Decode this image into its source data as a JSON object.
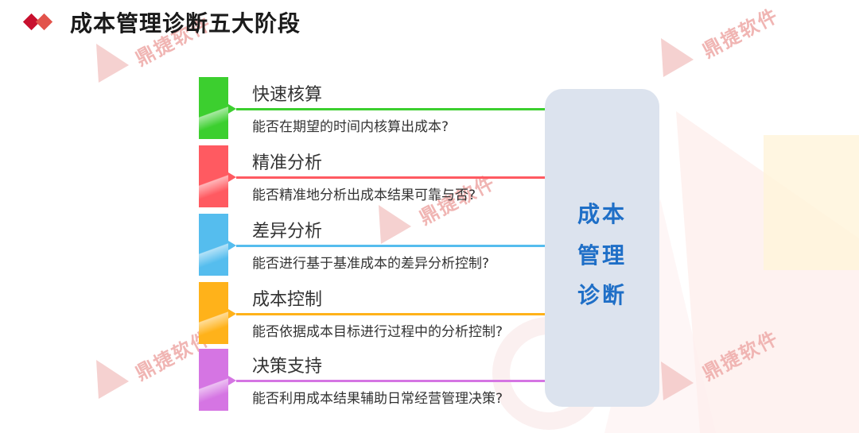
{
  "title": "成本管理诊断五大阶段",
  "stages": [
    {
      "name": "快速核算",
      "desc": "能否在期望的时间内核算出成本?",
      "color": "#3ccf2f"
    },
    {
      "name": "精准分析",
      "desc": "能否精准地分析出成本结果可靠与否?",
      "color": "#ff5a61"
    },
    {
      "name": "差异分析",
      "desc": "能否进行基于基准成本的差异分析控制?",
      "color": "#55bdee"
    },
    {
      "name": "成本控制",
      "desc": "能否依据成本目标进行过程中的分析控制?",
      "color": "#ffb21a"
    },
    {
      "name": "决策支持",
      "desc": "能否利用成本结果辅助日常经营管理决策?",
      "color": "#d575e3"
    }
  ],
  "panel": {
    "line1": "成本",
    "line2": "管理",
    "line3": "诊断"
  },
  "watermark": "鼎捷软件"
}
